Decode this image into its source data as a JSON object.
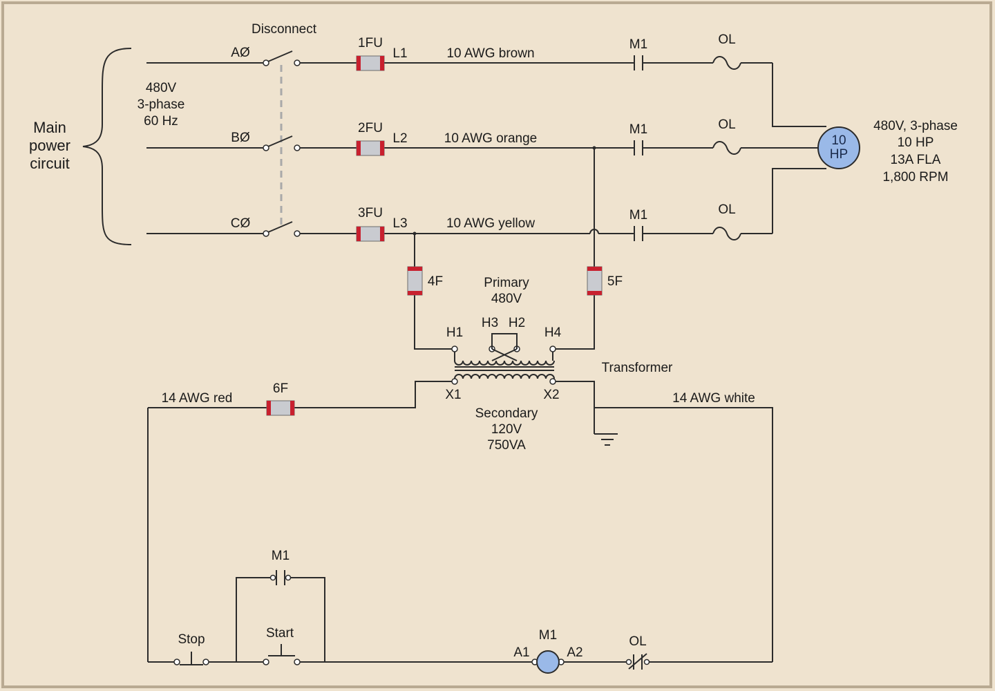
{
  "colors": {
    "background": "#efe3cf",
    "border": "#b9aa92",
    "wire": "#2b2b2b",
    "fuse_end": "#c8202e",
    "fuse_body": "#c9cbd0",
    "motor_fill": "#9ab9e8"
  },
  "labels": {
    "main_circuit": [
      "Main",
      "power",
      "circuit"
    ],
    "supply": [
      "480V",
      "3-phase",
      "60 Hz"
    ],
    "disconnect": "Disconnect",
    "phases": [
      "AØ",
      "BØ",
      "CØ"
    ],
    "fuses_main": [
      "1FU",
      "2FU",
      "3FU"
    ],
    "lines": [
      "L1",
      "L2",
      "L3"
    ],
    "wires_main": [
      "10 AWG brown",
      "10 AWG orange",
      "10 AWG yellow"
    ],
    "contactor": "M1",
    "overload": "OL",
    "motor_symbol": [
      "10",
      "HP"
    ],
    "motor_specs": [
      "480V, 3-phase",
      "10 HP",
      "13A FLA",
      "1,800 RPM"
    ],
    "fuse_4": "4F",
    "fuse_5": "5F",
    "fuse_6": "6F",
    "primary": [
      "Primary",
      "480V"
    ],
    "h_terminals": [
      "H1",
      "H3",
      "H2",
      "H4"
    ],
    "transformer": "Transformer",
    "x_terminals": [
      "X1",
      "X2"
    ],
    "secondary": [
      "Secondary",
      "120V",
      "750VA"
    ],
    "wire_red": "14 AWG red",
    "wire_white": "14 AWG white",
    "stop": "Stop",
    "start": "Start",
    "coil": "M1",
    "coil_terminals": [
      "A1",
      "A2"
    ]
  }
}
